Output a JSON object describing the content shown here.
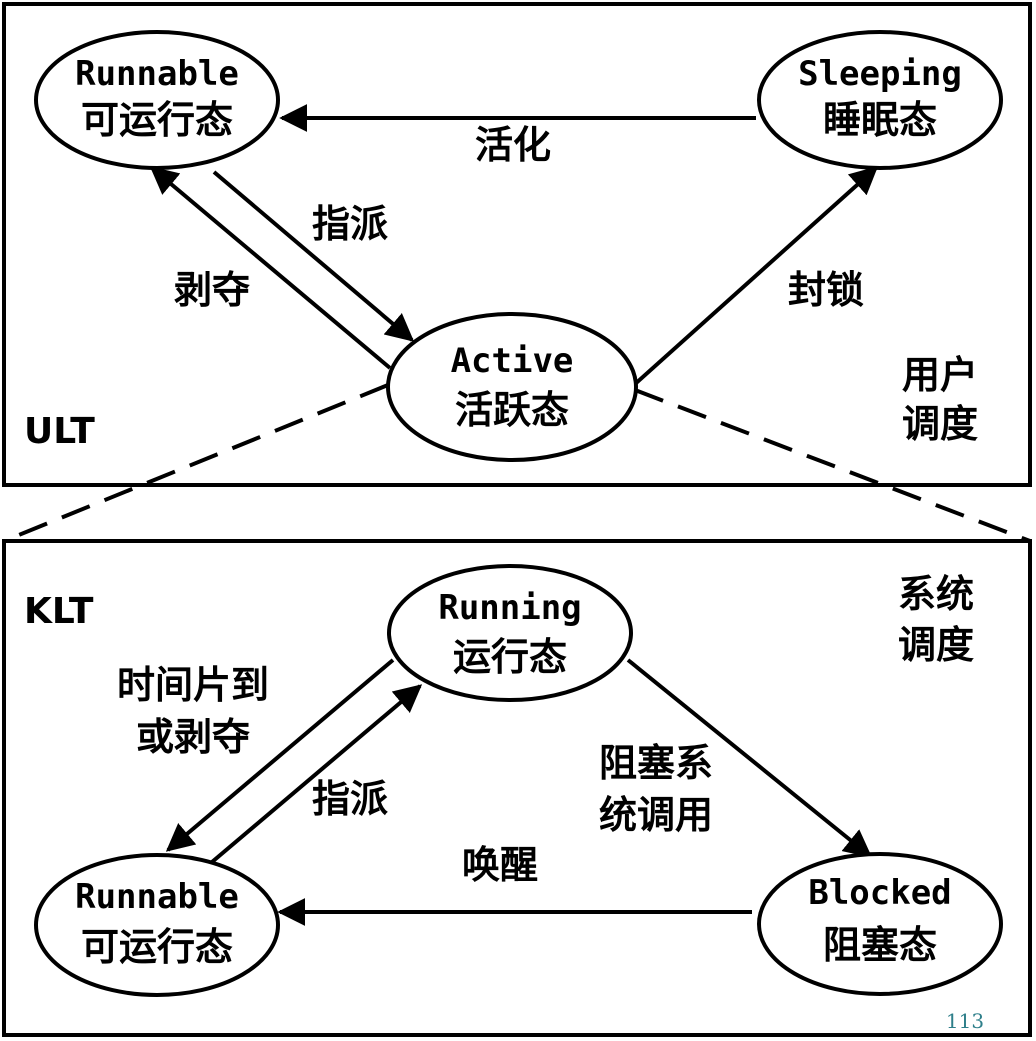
{
  "ult": {
    "tag": "ULT",
    "scheduler": [
      "用户",
      "调度"
    ],
    "states": {
      "runnable": [
        "Runnable",
        "可运行态"
      ],
      "sleeping": [
        "Sleeping",
        "睡眠态"
      ],
      "active": [
        "Active",
        "活跃态"
      ]
    },
    "transitions": {
      "activate": "活化",
      "dispatch": "指派",
      "preempt": "剥夺",
      "block": "封锁"
    }
  },
  "klt": {
    "tag": "KLT",
    "scheduler": [
      "系统",
      "调度"
    ],
    "states": {
      "running": [
        "Running",
        "运行态"
      ],
      "runnable": [
        "Runnable",
        "可运行态"
      ],
      "blocked": [
        "Blocked",
        "阻塞态"
      ]
    },
    "transitions": {
      "timeslice": [
        "时间片到",
        "或剥夺"
      ],
      "dispatch": "指派",
      "block_call": [
        "阻塞系",
        "统调用"
      ],
      "wakeup": "唤醒"
    }
  },
  "page_number": "113"
}
